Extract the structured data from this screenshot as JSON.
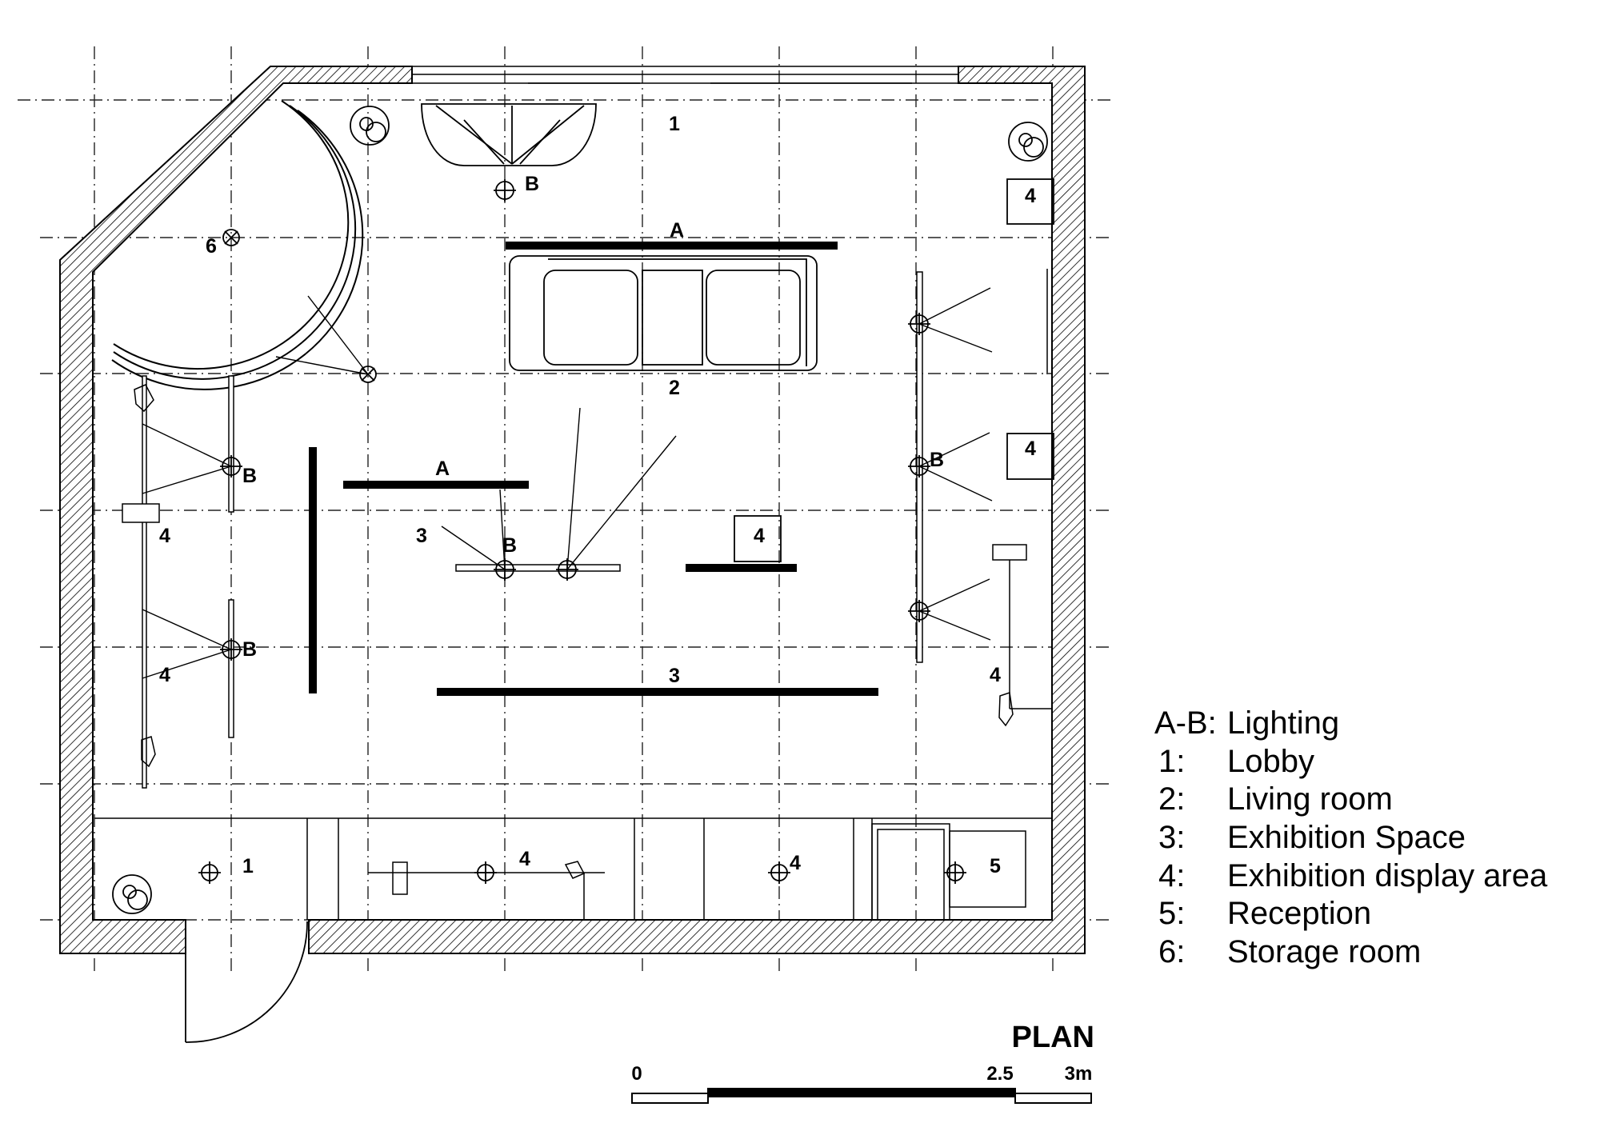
{
  "labels": {
    "lobby_top": "1",
    "lighting_b_top": "B",
    "lighting_a_top": "A",
    "storage": "6",
    "living": "2",
    "lighting_a_left": "A",
    "lighting_b_left_upper": "B",
    "lighting_b_left_lower": "B",
    "lighting_b_center": "B",
    "lighting_b_right": "B",
    "exhibition_left": "3",
    "exhibition_bottom": "3",
    "display_top_right": "4",
    "display_right": "4",
    "display_center": "4",
    "display_left_upper": "4",
    "display_left_lower": "4",
    "display_right_lower": "4",
    "display_bottom_center": "4",
    "display_bottom_right": "4",
    "lobby_bottom": "1",
    "reception": "5"
  },
  "legend": [
    {
      "code": "A-B:",
      "text": "Lighting"
    },
    {
      "code": "1:",
      "text": "Lobby"
    },
    {
      "code": "2:",
      "text": "Living room"
    },
    {
      "code": "3:",
      "text": "Exhibition Space"
    },
    {
      "code": "4:",
      "text": "Exhibition display area"
    },
    {
      "code": "5:",
      "text": "Reception"
    },
    {
      "code": "6:",
      "text": "Storage room"
    }
  ],
  "title": "PLAN",
  "scale_bar": {
    "start": "0",
    "mid": "2.5",
    "end": "3m"
  }
}
